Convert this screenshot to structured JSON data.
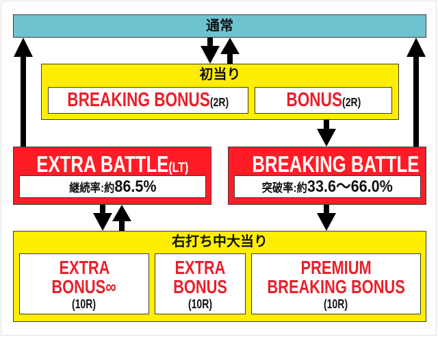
{
  "colors": {
    "normal_bg": "#6fc3cf",
    "hit_bg": "#ffee00",
    "battle_bg": "#ff1c26",
    "bonus_text": "#e8202a",
    "arrow": "#000000"
  },
  "normal": {
    "label": "通常"
  },
  "first_hit": {
    "title": "初当り",
    "items": [
      {
        "name": "BREAKING BONUS",
        "rounds": "(2R)"
      },
      {
        "name": "BONUS",
        "rounds": "(2R)"
      }
    ]
  },
  "extra_battle": {
    "title": "EXTRA BATTLE",
    "suffix": "(LT)",
    "rate_label": "継続率:約",
    "rate_value": "86.5%"
  },
  "breaking_battle": {
    "title": "BREAKING BATTLE",
    "rate_label": "突破率:約",
    "rate_value": "33.6〜66.0%"
  },
  "right_hit": {
    "title": "右打ち中大当り",
    "items": [
      {
        "line1": "EXTRA",
        "line2": "BONUS∞",
        "rounds": "(10R)"
      },
      {
        "line1": "EXTRA",
        "line2": "BONUS",
        "rounds": "(10R)"
      },
      {
        "line1": "PREMIUM",
        "line2": "BREAKING BONUS",
        "rounds": "(10R)"
      }
    ]
  }
}
